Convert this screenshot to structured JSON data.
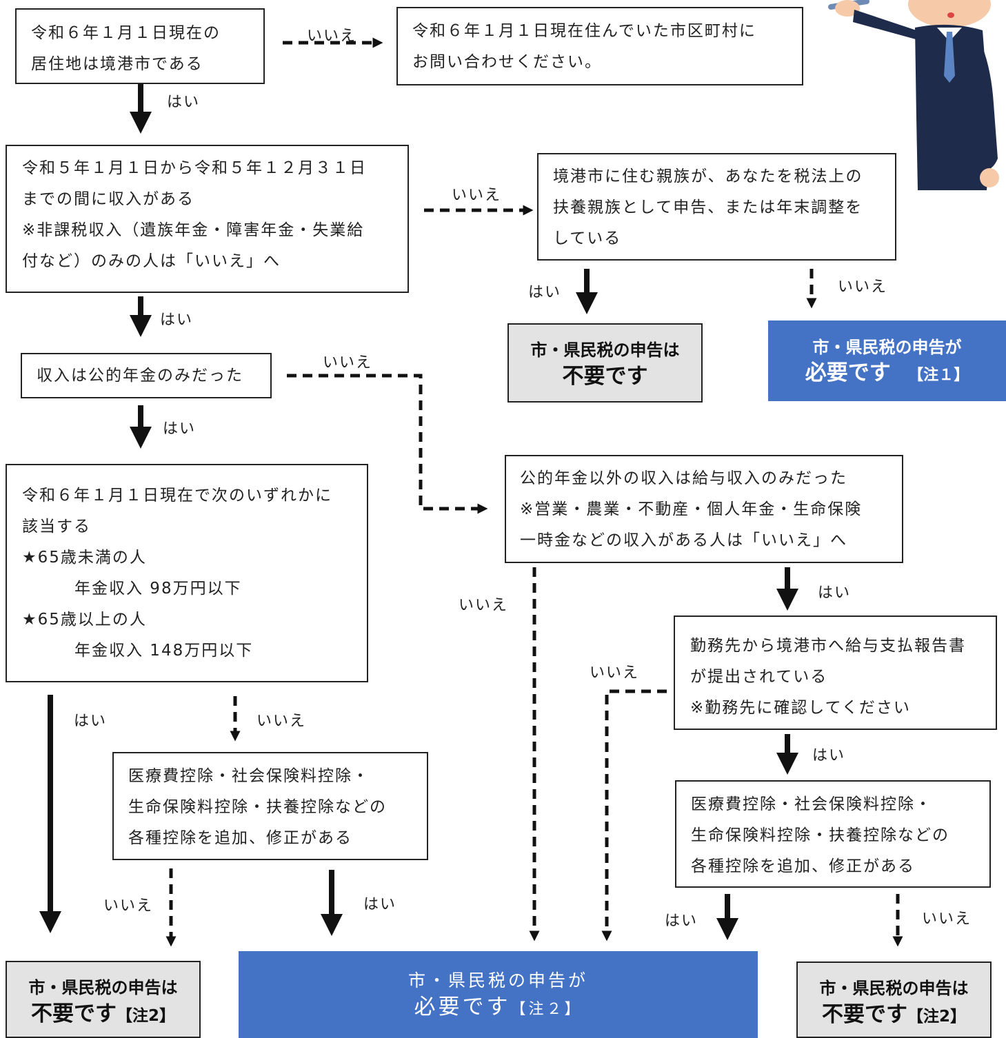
{
  "boxes": {
    "q1": [
      "令和６年１月１日現在の",
      "居住地は境港市である"
    ],
    "ask_other": [
      "令和６年１月１日現在住んでいた市区町村に",
      "お問い合わせください。"
    ],
    "q2": [
      "令和５年１月１日から令和５年１２月３１日",
      "までの間に収入がある",
      "※非課税収入（遺族年金・障害年金・失業給",
      "付など）のみの人は「いいえ」へ"
    ],
    "q3": [
      "境港市に住む親族が、あなたを税法上の",
      "扶養親族として申告、または年末調整を",
      "している"
    ],
    "q4": [
      "収入は公的年金のみだった"
    ],
    "q5": [
      "令和６年１月１日現在で次のいずれかに",
      "該当する",
      "★65歳未満の人",
      "年金収入 98万円以下",
      "★65歳以上の人",
      "年金収入 148万円以下"
    ],
    "q6": [
      "公的年金以外の収入は給与収入のみだった",
      "※営業・農業・不動産・個人年金・生命保険",
      "一時金などの収入がある人は「いいえ」へ"
    ],
    "q7": [
      "勤務先から境港市へ給与支払報告書",
      "が提出されている",
      "※勤務先に確認してください"
    ],
    "q8": [
      "医療費控除・社会保険料控除・",
      "生命保険料控除・扶養控除などの",
      "各種控除を追加、修正がある"
    ],
    "q9": [
      "医療費控除・社会保険料控除・",
      "生命保険料控除・扶養控除などの",
      "各種控除を追加、修正がある"
    ]
  },
  "results": {
    "r_unnecessary_top": {
      "line1": "市・県民税の申告は",
      "line2": "不要です"
    },
    "r_required_note1": {
      "line1": "市・県民税の申告が",
      "line2": "必要です",
      "note": "【注１】"
    },
    "r_unnecessary_left": {
      "line1": "市・県民税の申告は",
      "line2": "不要です",
      "note": "【注2】"
    },
    "r_required_note2": {
      "line1": "市・県民税の申告が",
      "line2": "必要です",
      "note": "【注２】"
    },
    "r_unnecessary_right": {
      "line1": "市・県民税の申告は",
      "line2": "不要です",
      "note": "【注2】"
    }
  },
  "labels": {
    "yes": "はい",
    "no": "いいえ"
  },
  "colors": {
    "required_bg": "#4472c4",
    "unnecessary_bg": "#e3e3e3",
    "line": "#111111"
  }
}
